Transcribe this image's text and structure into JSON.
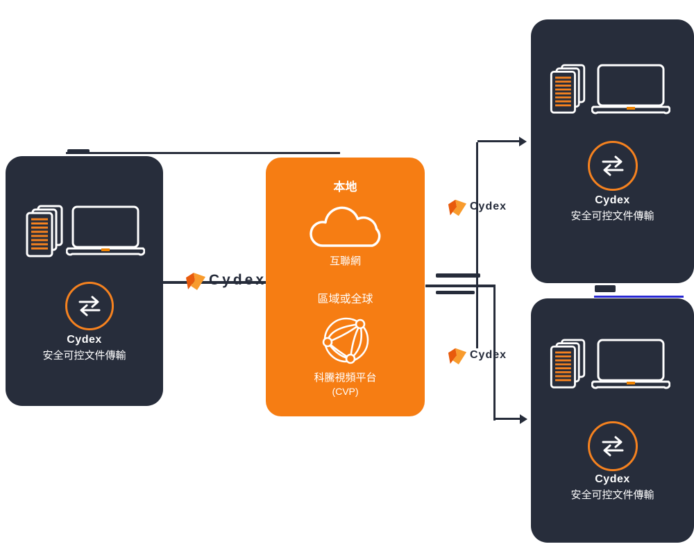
{
  "brand": {
    "wordmark": "Cydex"
  },
  "colors": {
    "accent_orange": "#F6821F",
    "panel_dark": "#272D3B",
    "line_dark": "#262C3A",
    "accent_blue": "#2727D2",
    "orange_panel": "#F67D13"
  },
  "left_panel": {
    "brand": "Cydex",
    "tagline": "安全可控文件傳輸"
  },
  "top_right_panel": {
    "brand": "Cydex",
    "tagline": "安全可控文件傳輸"
  },
  "bottom_right_panel": {
    "brand": "Cydex",
    "tagline": "安全可控文件傳輸"
  },
  "center_panel": {
    "top_label": "本地",
    "cloud_label": "互聯網",
    "region_label": "區域或全球",
    "platform_name": "科騰視頻平台",
    "platform_abbr": "(CVP)"
  },
  "connectors": {
    "left_logo_text": "Cydex",
    "top_logo_text": "Cydex",
    "bottom_logo_text": "Cydex"
  }
}
